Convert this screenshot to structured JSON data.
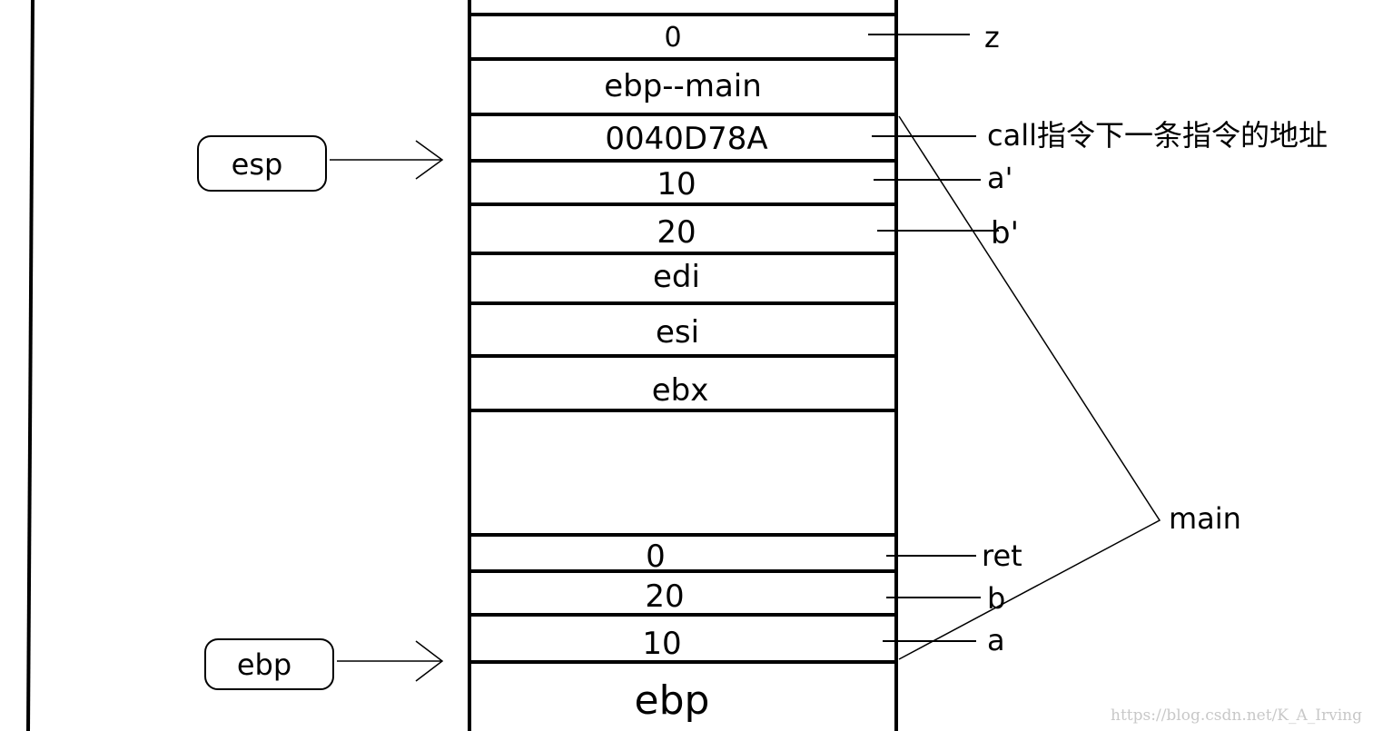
{
  "stack": {
    "cells": [
      {
        "value": "0",
        "label": "z"
      },
      {
        "value": "ebp--main",
        "label": ""
      },
      {
        "value": "0040D78A",
        "label": "call指令下一条指令的地址"
      },
      {
        "value": "10",
        "label": "a'"
      },
      {
        "value": "20",
        "label": "b'"
      },
      {
        "value": "edi",
        "label": ""
      },
      {
        "value": "esi",
        "label": ""
      },
      {
        "value": "ebx",
        "label": ""
      },
      {
        "value": "",
        "label": ""
      },
      {
        "value": "0",
        "label": "ret"
      },
      {
        "value": "20",
        "label": "b"
      },
      {
        "value": "10",
        "label": "a"
      },
      {
        "value": "ebp",
        "label": ""
      }
    ]
  },
  "pointers": {
    "esp": "esp",
    "ebp": "ebp"
  },
  "frame_label": "main",
  "watermark": "https://blog.csdn.net/K_A_Irving"
}
